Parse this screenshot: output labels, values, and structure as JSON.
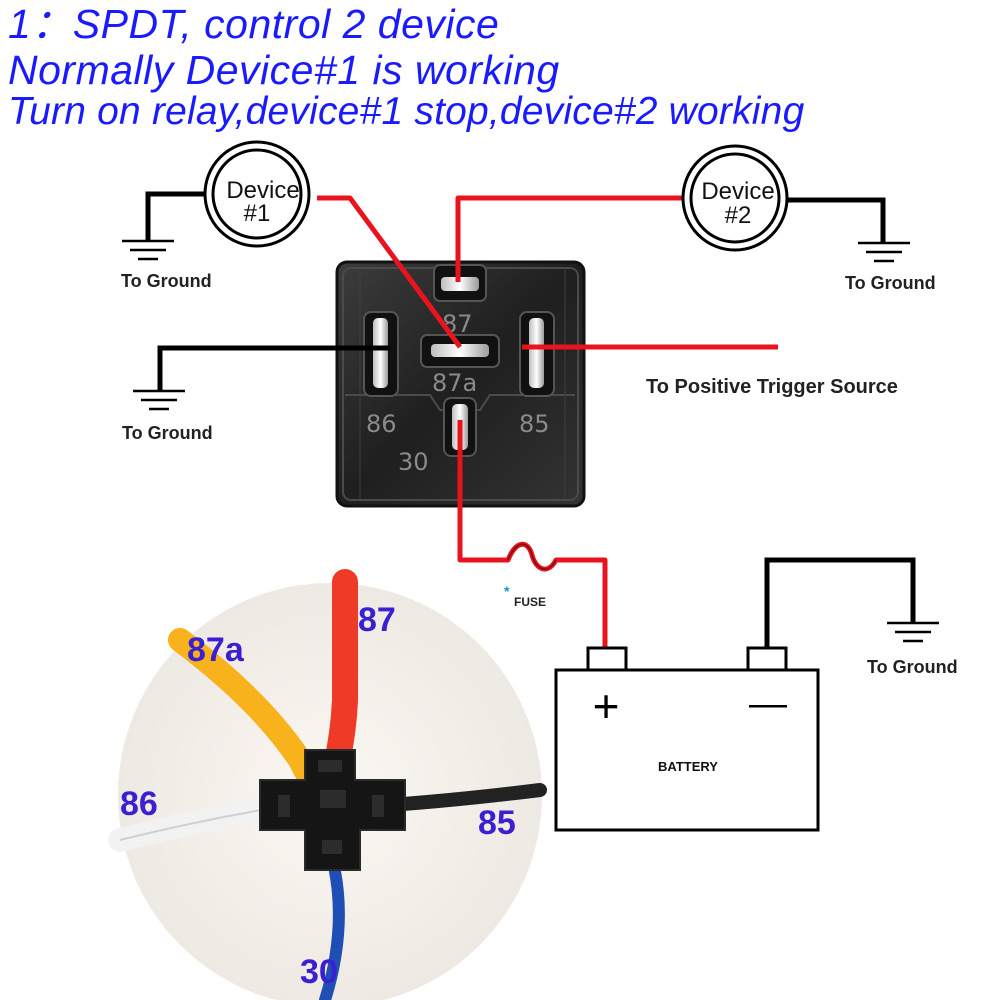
{
  "header": {
    "line1": "1：SPDT, control 2 device",
    "line2": "Normally Device#1 is working",
    "line3": "Turn on relay,device#1 stop,device#2 working"
  },
  "devices": {
    "device1": {
      "line1": "Device",
      "line2": "#1"
    },
    "device2": {
      "line1": "Device",
      "line2": "#2"
    }
  },
  "ground_labels": {
    "device1": "To Ground",
    "device2": "To Ground",
    "pin86": "To Ground",
    "battery": "To Ground"
  },
  "trigger_label": "To Positive Trigger Source",
  "relay_pins": {
    "p87": "87",
    "p87a": "87a",
    "p86": "86",
    "p85": "85",
    "p30": "30"
  },
  "fuse": {
    "asterisk": "*",
    "label": "FUSE"
  },
  "battery": {
    "plus": "+",
    "minus": "—",
    "label": "BATTERY"
  },
  "socket_labels": {
    "l87": "87",
    "l87a": "87a",
    "l86": "86",
    "l85": "85",
    "l30": "30"
  },
  "colors": {
    "title": "#1a1aff",
    "wire_red": "#e8131f",
    "wire_black": "#000000",
    "relay_body": "#2b2b2b",
    "socket_label": "#3a20d0",
    "wire_orange_red": "#ef3a28",
    "wire_yellow": "#f7b21c",
    "wire_blue": "#1f4fb5",
    "fuse_star": "#1e8fd0"
  }
}
